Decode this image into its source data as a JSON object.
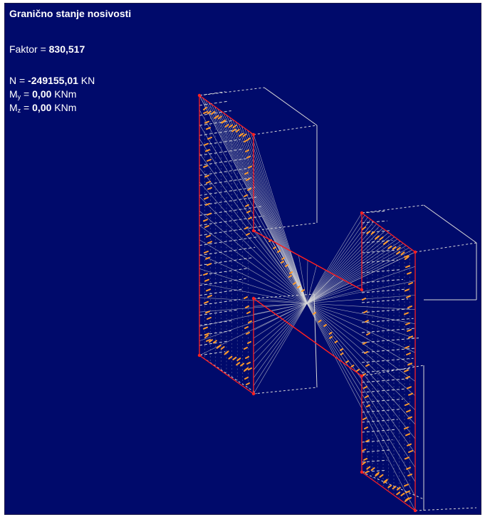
{
  "panel": {
    "title": "Granično stanje nosivosti",
    "factor_label": "Faktor = ",
    "factor_value": "830,517",
    "n_label": "N = ",
    "n_value": "-249155,01",
    "n_unit": " KN",
    "my_label": "M",
    "my_sub": "y",
    "my_eq": " = ",
    "my_value": "0,00",
    "my_unit": " KNm",
    "mz_label": "M",
    "mz_sub": "z",
    "mz_eq": " = ",
    "mz_value": "0,00",
    "mz_unit": " KNm"
  },
  "colors": {
    "background": "#000a6b",
    "text": "#ffffff",
    "outline": "#ff2020",
    "mesh": "#d8d8d8",
    "stress": "#ff9a2a"
  }
}
